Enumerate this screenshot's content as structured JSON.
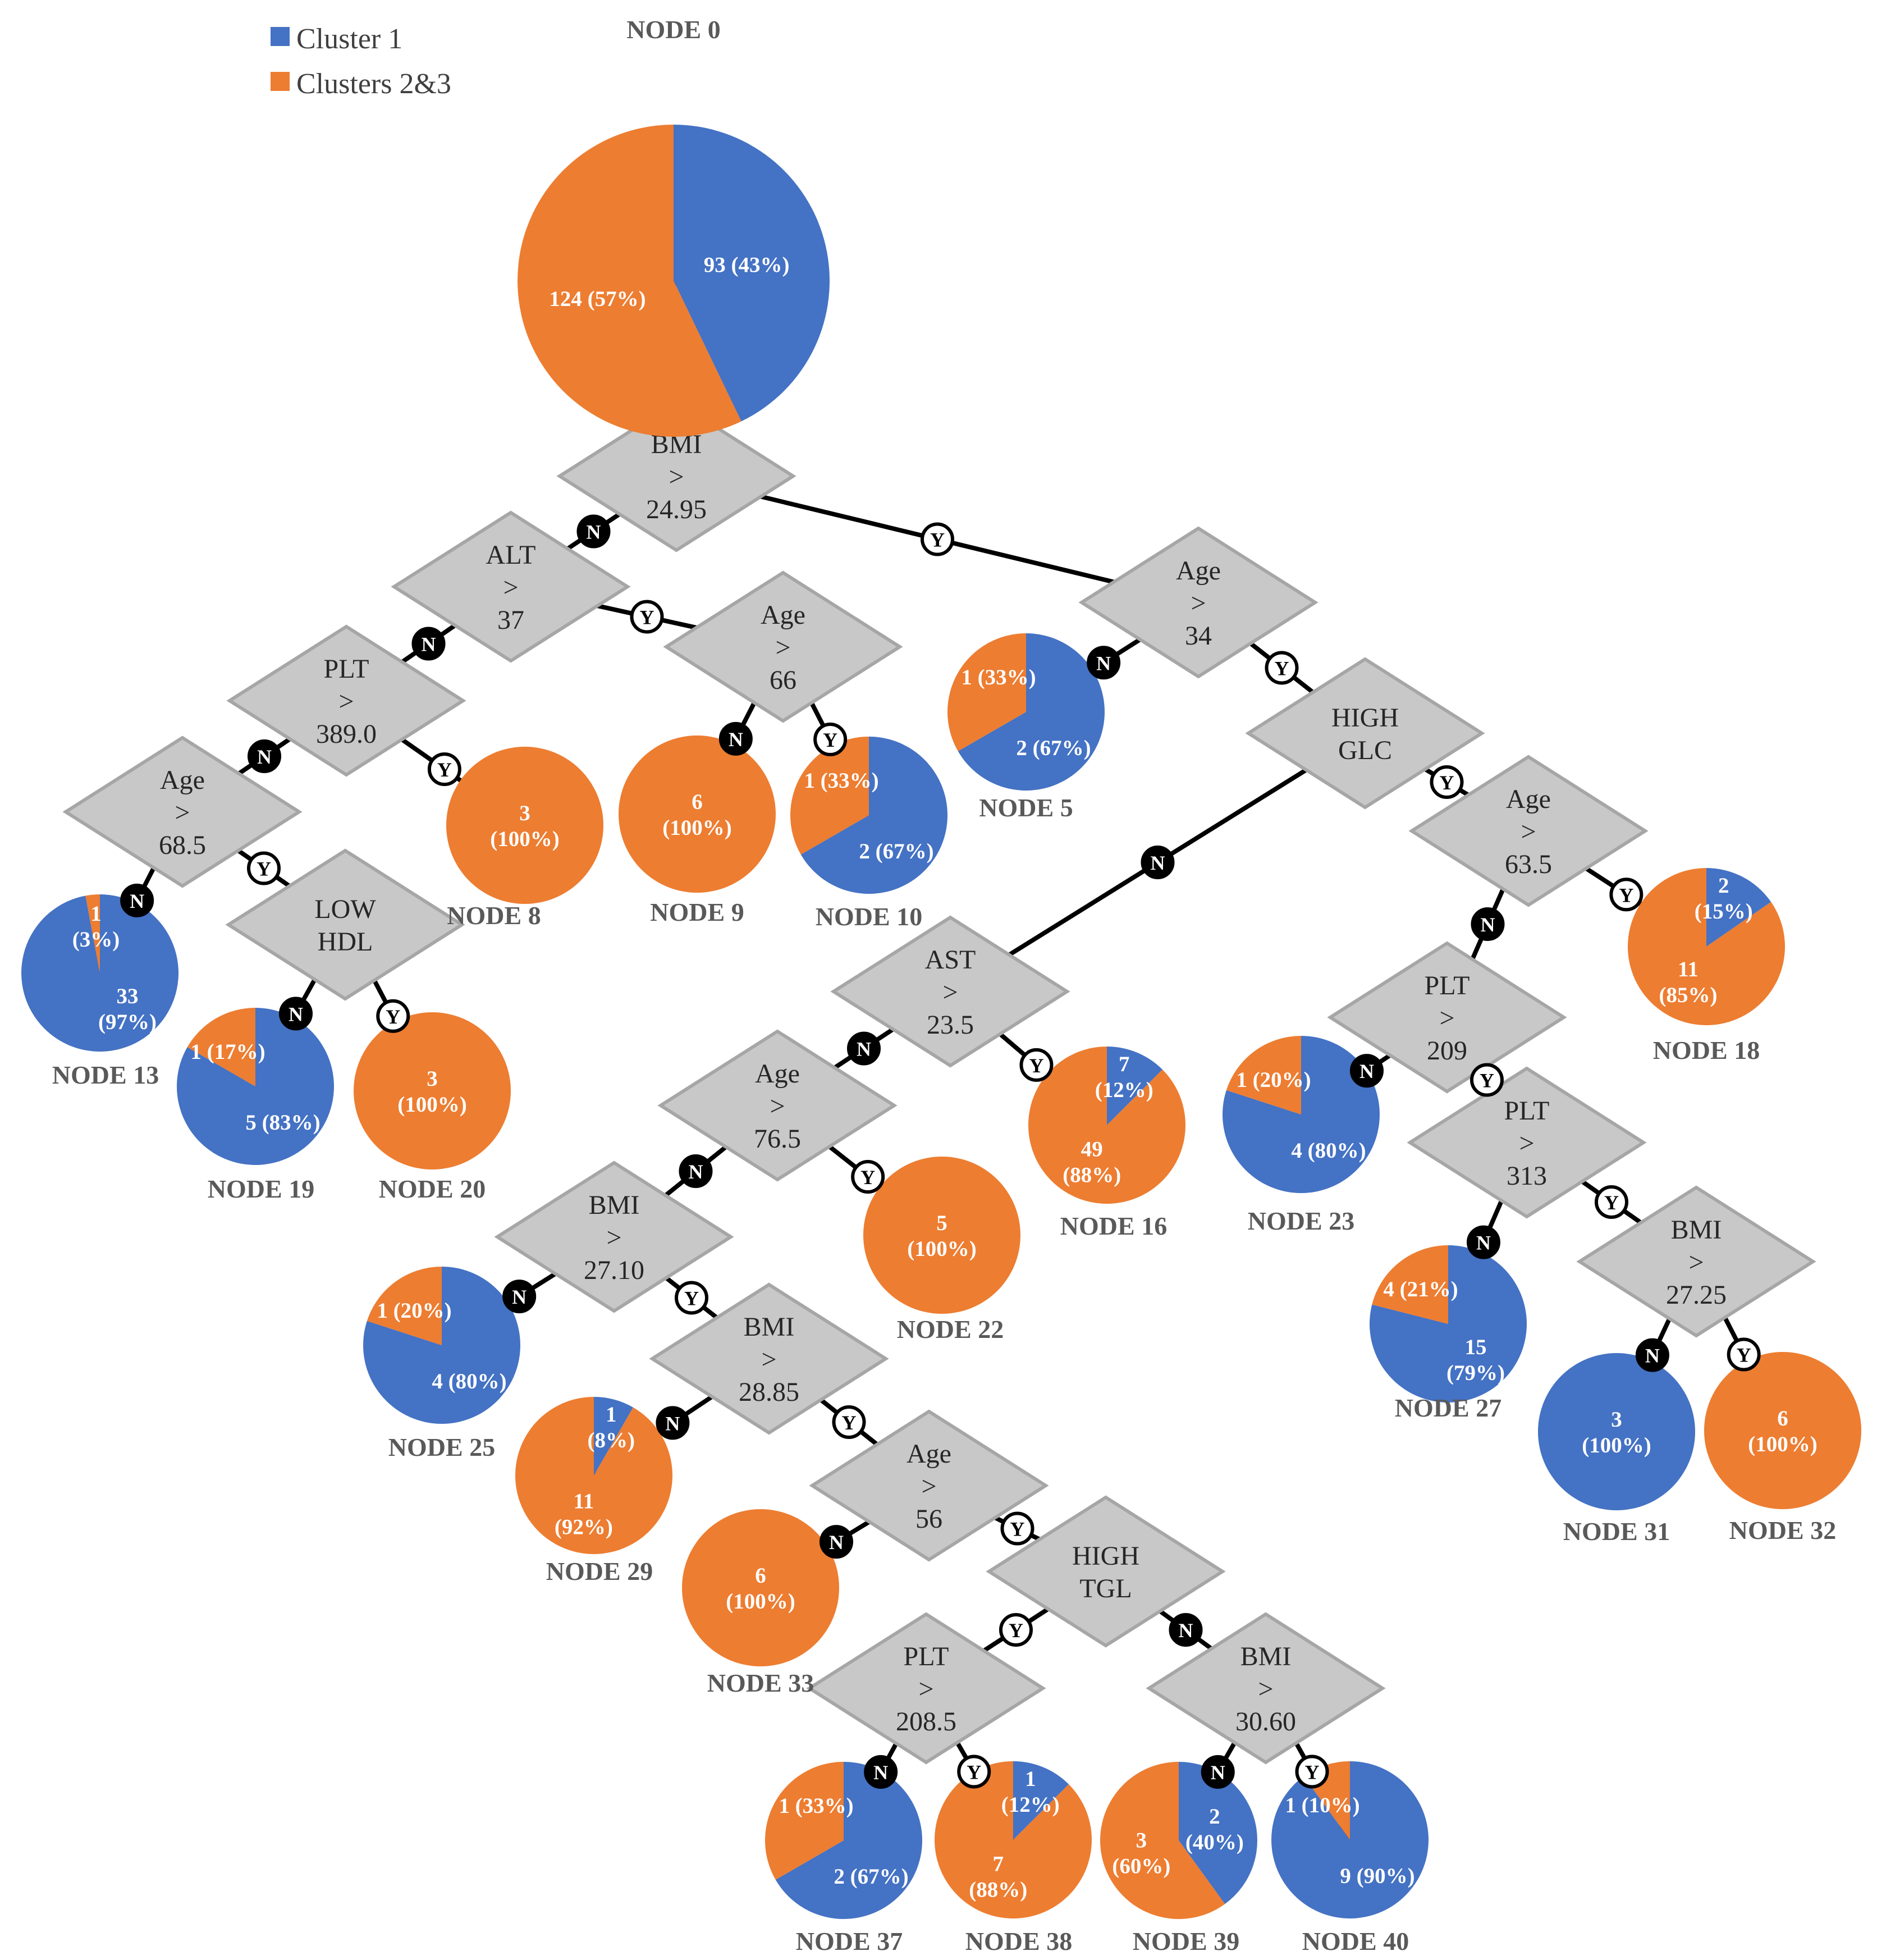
{
  "colors": {
    "cluster1": "#4472c4",
    "clusters23": "#ed7d31",
    "decision_fill": "#c8c8c8",
    "decision_stroke": "#a6a6a6"
  },
  "legend": [
    {
      "label": "Cluster 1",
      "color": "#4472c4"
    },
    {
      "label": "Clusters 2&3",
      "color": "#ed7d31"
    }
  ],
  "branch_labels": {
    "yes": "Y",
    "no": "N"
  },
  "decisions": [
    {
      "id": "d-bmi-24-95",
      "lines": [
        "BMI",
        ">",
        "24.95"
      ]
    },
    {
      "id": "d-alt-37",
      "lines": [
        "ALT",
        ">",
        "37"
      ]
    },
    {
      "id": "d-age-34",
      "lines": [
        "Age",
        ">",
        "34"
      ]
    },
    {
      "id": "d-plt-389",
      "lines": [
        "PLT",
        ">",
        "389.0"
      ]
    },
    {
      "id": "d-age-66",
      "lines": [
        "Age",
        ">",
        "66"
      ]
    },
    {
      "id": "d-age-68-5",
      "lines": [
        "Age",
        ">",
        "68.5"
      ]
    },
    {
      "id": "d-low-hdl",
      "lines": [
        "LOW",
        "HDL"
      ]
    },
    {
      "id": "d-high-glc",
      "lines": [
        "HIGH",
        "GLC"
      ]
    },
    {
      "id": "d-age-63-5",
      "lines": [
        "Age",
        ">",
        "63.5"
      ]
    },
    {
      "id": "d-ast-23-5",
      "lines": [
        "AST",
        ">",
        "23.5"
      ]
    },
    {
      "id": "d-plt-209",
      "lines": [
        "PLT",
        ">",
        "209"
      ]
    },
    {
      "id": "d-age-76-5",
      "lines": [
        "Age",
        ">",
        "76.5"
      ]
    },
    {
      "id": "d-plt-313",
      "lines": [
        "PLT",
        ">",
        "313"
      ]
    },
    {
      "id": "d-bmi-27-10",
      "lines": [
        "BMI",
        ">",
        "27.10"
      ]
    },
    {
      "id": "d-bmi-27-25",
      "lines": [
        "BMI",
        ">",
        "27.25"
      ]
    },
    {
      "id": "d-bmi-28-85",
      "lines": [
        "BMI",
        ">",
        "28.85"
      ]
    },
    {
      "id": "d-age-56",
      "lines": [
        "Age",
        ">",
        "56"
      ]
    },
    {
      "id": "d-high-tgl",
      "lines": [
        "HIGH",
        "TGL"
      ]
    },
    {
      "id": "d-plt-208-5",
      "lines": [
        "PLT",
        ">",
        "208.5"
      ]
    },
    {
      "id": "d-bmi-30-60",
      "lines": [
        "BMI",
        ">",
        "30.60"
      ]
    }
  ],
  "nodes": [
    {
      "id": "node-0",
      "title": "NODE 0",
      "cluster1": 93,
      "clusters23": 124,
      "labels": {
        "cluster1": [
          "93 (43%)"
        ],
        "clusters23": [
          "124 (57%)"
        ]
      }
    },
    {
      "id": "node-5",
      "title": "NODE 5",
      "cluster1": 2,
      "clusters23": 1,
      "labels": {
        "cluster1": [
          "2 (67%)"
        ],
        "clusters23": [
          "1 (33%)"
        ]
      }
    },
    {
      "id": "node-8",
      "title": "NODE 8",
      "cluster1": 0,
      "clusters23": 3,
      "labels": {
        "clusters23": [
          "3",
          "(100%)"
        ]
      }
    },
    {
      "id": "node-9",
      "title": "NODE 9",
      "cluster1": 0,
      "clusters23": 6,
      "labels": {
        "clusters23": [
          "6",
          "(100%)"
        ]
      }
    },
    {
      "id": "node-10",
      "title": "NODE 10",
      "cluster1": 2,
      "clusters23": 1,
      "labels": {
        "cluster1": [
          "2 (67%)"
        ],
        "clusters23": [
          "1 (33%)"
        ]
      }
    },
    {
      "id": "node-13",
      "title": "NODE 13",
      "cluster1": 33,
      "clusters23": 1,
      "labels": {
        "cluster1": [
          "33",
          "(97%)"
        ],
        "clusters23": [
          "1",
          "(3%)"
        ]
      }
    },
    {
      "id": "node-16",
      "title": "NODE 16",
      "cluster1": 7,
      "clusters23": 49,
      "labels": {
        "cluster1": [
          "7",
          "(12%)"
        ],
        "clusters23": [
          "49",
          "(88%)"
        ]
      }
    },
    {
      "id": "node-18",
      "title": "NODE 18",
      "cluster1": 2,
      "clusters23": 11,
      "labels": {
        "cluster1": [
          "2",
          "(15%)"
        ],
        "clusters23": [
          "11",
          "(85%)"
        ]
      }
    },
    {
      "id": "node-19",
      "title": "NODE 19",
      "cluster1": 5,
      "clusters23": 1,
      "labels": {
        "cluster1": [
          "5 (83%)"
        ],
        "clusters23": [
          "1 (17%)"
        ]
      }
    },
    {
      "id": "node-20",
      "title": "NODE 20",
      "cluster1": 0,
      "clusters23": 3,
      "labels": {
        "clusters23": [
          "3",
          "(100%)"
        ]
      }
    },
    {
      "id": "node-22",
      "title": "NODE 22",
      "cluster1": 0,
      "clusters23": 5,
      "labels": {
        "clusters23": [
          "5",
          "(100%)"
        ]
      }
    },
    {
      "id": "node-23",
      "title": "NODE 23",
      "cluster1": 4,
      "clusters23": 1,
      "labels": {
        "cluster1": [
          "4 (80%)"
        ],
        "clusters23": [
          "1 (20%)"
        ]
      }
    },
    {
      "id": "node-25",
      "title": "NODE 25",
      "cluster1": 4,
      "clusters23": 1,
      "labels": {
        "cluster1": [
          "4 (80%)"
        ],
        "clusters23": [
          "1 (20%)"
        ]
      }
    },
    {
      "id": "node-27",
      "title": "NODE 27",
      "cluster1": 15,
      "clusters23": 4,
      "labels": {
        "cluster1": [
          "15",
          "(79%)"
        ],
        "clusters23": [
          "4 (21%)"
        ]
      }
    },
    {
      "id": "node-29",
      "title": "NODE 29",
      "cluster1": 1,
      "clusters23": 11,
      "labels": {
        "cluster1": [
          "1",
          "(8%)"
        ],
        "clusters23": [
          "11",
          "(92%)"
        ]
      }
    },
    {
      "id": "node-31",
      "title": "NODE 31",
      "cluster1": 3,
      "clusters23": 0,
      "labels": {
        "cluster1": [
          "3",
          "(100%)"
        ]
      }
    },
    {
      "id": "node-32",
      "title": "NODE 32",
      "cluster1": 0,
      "clusters23": 6,
      "labels": {
        "clusters23": [
          "6",
          "(100%)"
        ]
      }
    },
    {
      "id": "node-33",
      "title": "NODE 33",
      "cluster1": 0,
      "clusters23": 6,
      "labels": {
        "clusters23": [
          "6",
          "(100%)"
        ]
      }
    },
    {
      "id": "node-37",
      "title": "NODE 37",
      "cluster1": 2,
      "clusters23": 1,
      "labels": {
        "cluster1": [
          "2 (67%)"
        ],
        "clusters23": [
          "1 (33%)"
        ]
      }
    },
    {
      "id": "node-38",
      "title": "NODE 38",
      "cluster1": 1,
      "clusters23": 7,
      "labels": {
        "cluster1": [
          "1",
          "(12%)"
        ],
        "clusters23": [
          "7",
          "(88%)"
        ]
      }
    },
    {
      "id": "node-39",
      "title": "NODE 39",
      "cluster1": 2,
      "clusters23": 3,
      "labels": {
        "cluster1": [
          "2",
          "(40%)"
        ],
        "clusters23": [
          "3",
          "(60%)"
        ]
      }
    },
    {
      "id": "node-40",
      "title": "NODE 40",
      "cluster1": 9,
      "clusters23": 1,
      "labels": {
        "cluster1": [
          "9 (90%)"
        ],
        "clusters23": [
          "1 (10%)"
        ]
      }
    }
  ],
  "edges": [
    {
      "from": "node-0",
      "to": "d-bmi-24-95"
    },
    {
      "from": "d-bmi-24-95",
      "to": "d-alt-37",
      "branch": "N"
    },
    {
      "from": "d-bmi-24-95",
      "to": "d-age-34",
      "branch": "Y"
    },
    {
      "from": "d-alt-37",
      "to": "d-plt-389",
      "branch": "N"
    },
    {
      "from": "d-alt-37",
      "to": "d-age-66",
      "branch": "Y"
    },
    {
      "from": "d-plt-389",
      "to": "d-age-68-5",
      "branch": "N"
    },
    {
      "from": "d-plt-389",
      "to": "node-8",
      "branch": "Y"
    },
    {
      "from": "d-age-66",
      "to": "node-9",
      "branch": "N"
    },
    {
      "from": "d-age-66",
      "to": "node-10",
      "branch": "Y"
    },
    {
      "from": "d-age-68-5",
      "to": "node-13",
      "branch": "N"
    },
    {
      "from": "d-age-68-5",
      "to": "d-low-hdl",
      "branch": "Y"
    },
    {
      "from": "d-low-hdl",
      "to": "node-19",
      "branch": "N"
    },
    {
      "from": "d-low-hdl",
      "to": "node-20",
      "branch": "Y"
    },
    {
      "from": "d-age-34",
      "to": "node-5",
      "branch": "N"
    },
    {
      "from": "d-age-34",
      "to": "d-high-glc",
      "branch": "Y"
    },
    {
      "from": "d-high-glc",
      "to": "d-ast-23-5",
      "branch": "N"
    },
    {
      "from": "d-high-glc",
      "to": "d-age-63-5",
      "branch": "Y"
    },
    {
      "from": "d-age-63-5",
      "to": "d-plt-209",
      "branch": "N"
    },
    {
      "from": "d-age-63-5",
      "to": "node-18",
      "branch": "Y"
    },
    {
      "from": "d-plt-209",
      "to": "node-23",
      "branch": "N"
    },
    {
      "from": "d-plt-209",
      "to": "d-plt-313",
      "branch": "Y"
    },
    {
      "from": "d-plt-313",
      "to": "node-27",
      "branch": "N"
    },
    {
      "from": "d-plt-313",
      "to": "d-bmi-27-25",
      "branch": "Y"
    },
    {
      "from": "d-bmi-27-25",
      "to": "node-31",
      "branch": "N"
    },
    {
      "from": "d-bmi-27-25",
      "to": "node-32",
      "branch": "Y"
    },
    {
      "from": "d-ast-23-5",
      "to": "d-age-76-5",
      "branch": "N"
    },
    {
      "from": "d-ast-23-5",
      "to": "node-16",
      "branch": "Y"
    },
    {
      "from": "d-age-76-5",
      "to": "d-bmi-27-10",
      "branch": "N"
    },
    {
      "from": "d-age-76-5",
      "to": "node-22",
      "branch": "Y"
    },
    {
      "from": "d-bmi-27-10",
      "to": "node-25",
      "branch": "N"
    },
    {
      "from": "d-bmi-27-10",
      "to": "d-bmi-28-85",
      "branch": "Y"
    },
    {
      "from": "d-bmi-28-85",
      "to": "node-29",
      "branch": "N"
    },
    {
      "from": "d-bmi-28-85",
      "to": "d-age-56",
      "branch": "Y"
    },
    {
      "from": "d-age-56",
      "to": "node-33",
      "branch": "N"
    },
    {
      "from": "d-age-56",
      "to": "d-high-tgl",
      "branch": "Y"
    },
    {
      "from": "d-high-tgl",
      "to": "d-plt-208-5",
      "branch": "Y"
    },
    {
      "from": "d-high-tgl",
      "to": "d-bmi-30-60",
      "branch": "N"
    },
    {
      "from": "d-plt-208-5",
      "to": "node-37",
      "branch": "N"
    },
    {
      "from": "d-plt-208-5",
      "to": "node-38",
      "branch": "Y"
    },
    {
      "from": "d-bmi-30-60",
      "to": "node-39",
      "branch": "N"
    },
    {
      "from": "d-bmi-30-60",
      "to": "node-40",
      "branch": "Y"
    }
  ]
}
